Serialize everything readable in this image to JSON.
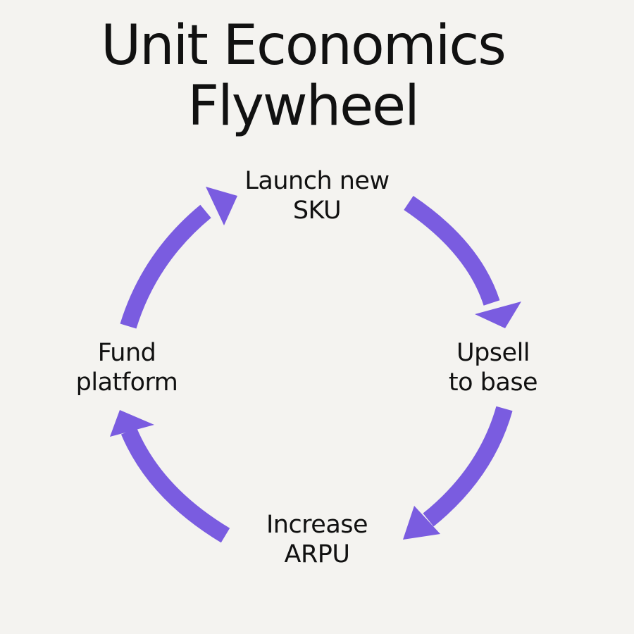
{
  "title": {
    "line1": "Unit Economics",
    "line2": "Flywheel"
  },
  "nodes": {
    "top": {
      "line1": "Launch new",
      "line2": "SKU"
    },
    "right": {
      "line1": "Upsell",
      "line2": "to base"
    },
    "bottom": {
      "line1": "Increase",
      "line2": "ARPU"
    },
    "left": {
      "line1": "Fund",
      "line2": "platform"
    }
  },
  "colors": {
    "background": "#f4f3f0",
    "arrow": "#7a5ce0",
    "text": "#111111"
  },
  "arrow_icon": "curved-cycle-arrow"
}
